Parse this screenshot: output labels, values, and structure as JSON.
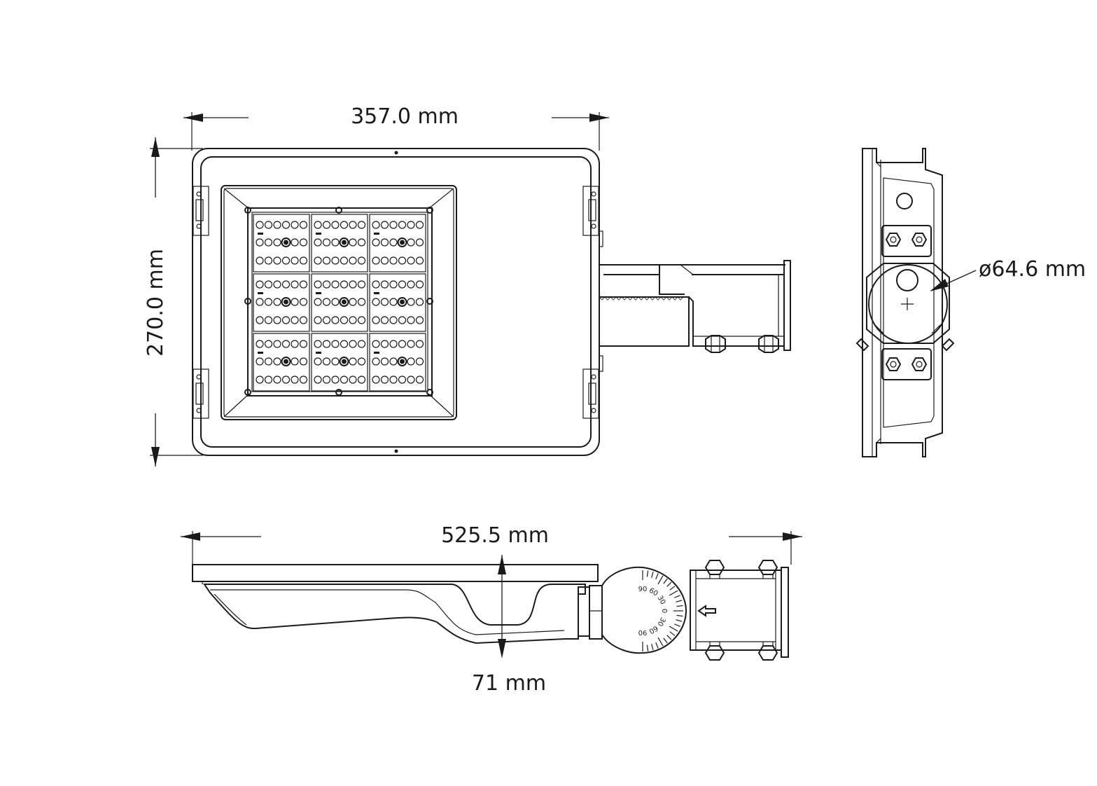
{
  "dimensions": {
    "width": "357.0 mm",
    "height": "270.0 mm",
    "diameter": "ø64.6 mm",
    "length": "525.5 mm",
    "thickness": "71 mm"
  },
  "tilt_scale": {
    "labels": [
      "90",
      "60",
      "30",
      "0",
      "30",
      "60",
      "90"
    ]
  }
}
